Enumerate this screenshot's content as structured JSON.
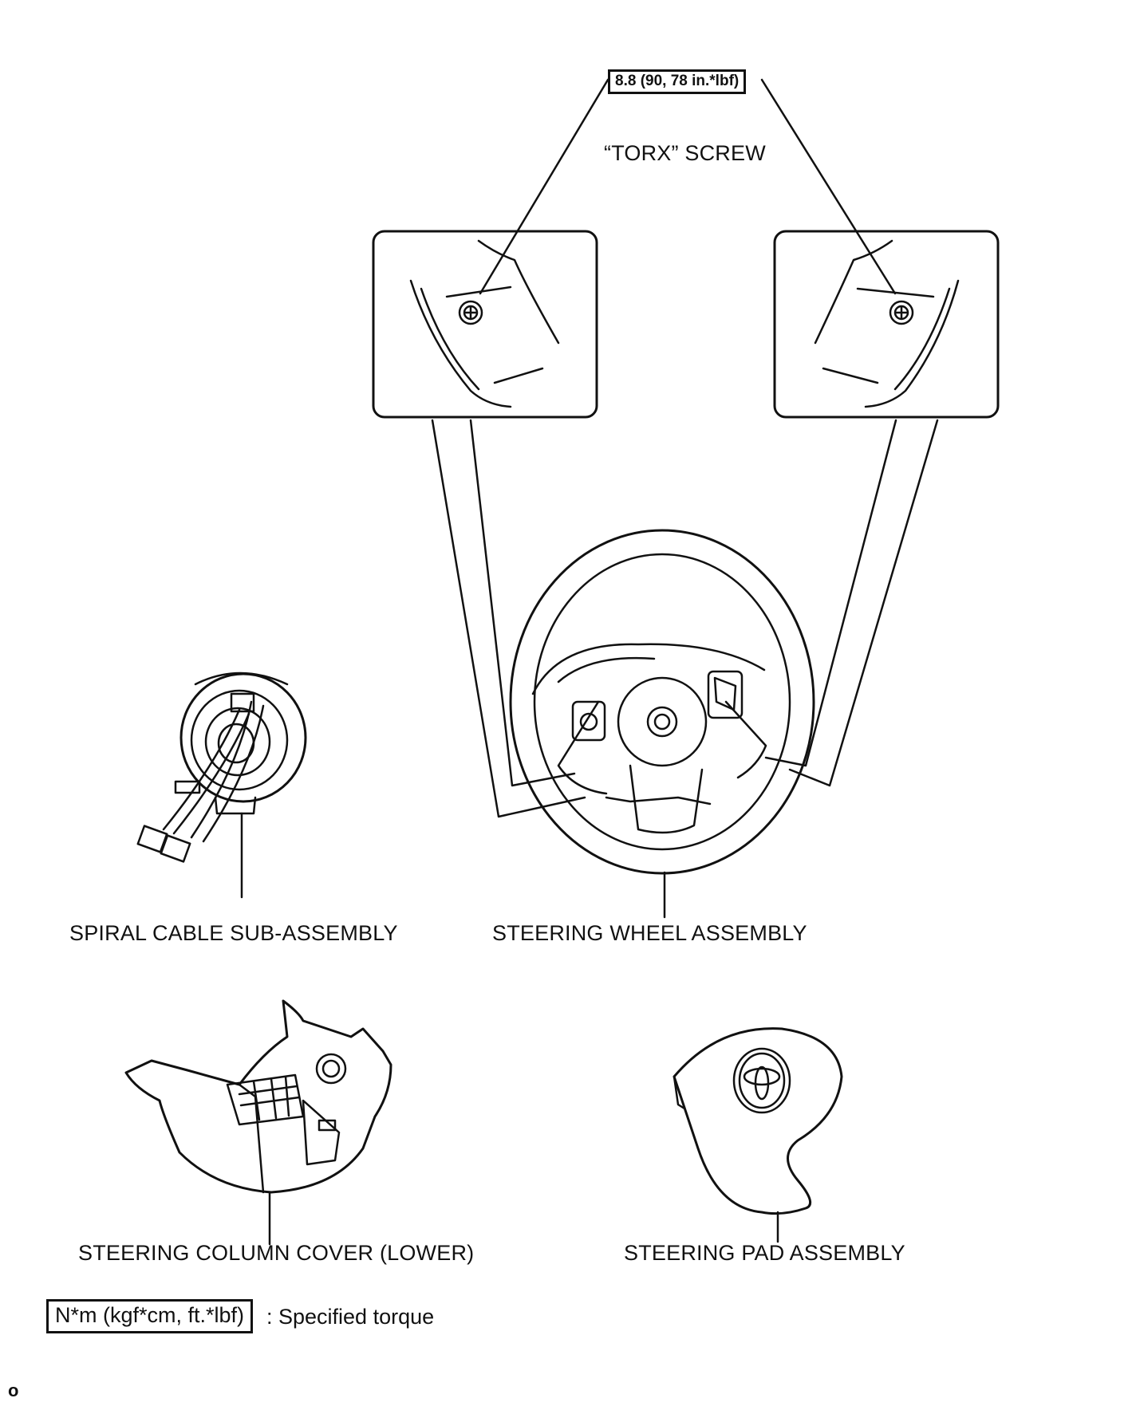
{
  "diagram": {
    "torque_spec": "8.8 (90, 78 in.*lbf)",
    "screw_label": "“TORX” SCREW",
    "parts": {
      "spiral_cable": "SPIRAL CABLE SUB-ASSEMBLY",
      "steering_wheel": "STEERING WHEEL ASSEMBLY",
      "column_cover": "STEERING COLUMN COVER (LOWER)",
      "steering_pad": "STEERING PAD ASSEMBLY"
    },
    "legend": {
      "box": "N*m (kgf*cm, ft.*lbf)",
      "text": ": Specified torque"
    },
    "footer_mark": "o"
  }
}
